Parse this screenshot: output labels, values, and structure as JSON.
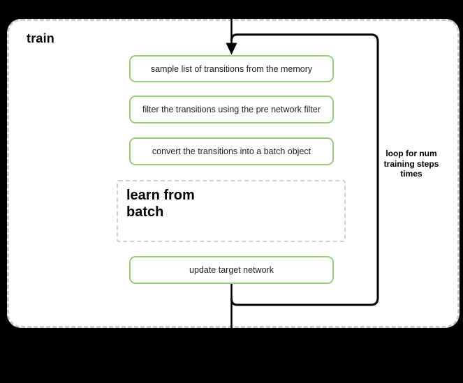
{
  "diagram": {
    "title": "train",
    "nodes": {
      "sample": {
        "label": "sample list of transitions from the memory"
      },
      "filter": {
        "label": "filter the transitions using the pre network filter"
      },
      "convert": {
        "label": "convert the transitions into a batch object"
      },
      "learn": {
        "lines": [
          "learn from",
          "batch"
        ]
      },
      "update": {
        "label": "update target network"
      }
    },
    "loop_annotation": {
      "lines": [
        "loop for num",
        "training steps",
        "times"
      ]
    },
    "colors": {
      "background": "#000000",
      "frame_fill": "#ffffff",
      "frame_border": "#cbcbcb",
      "node_border": "#9acb7b",
      "node_fill": "#ffffff",
      "connector": "#000000",
      "text": "#000000"
    }
  }
}
